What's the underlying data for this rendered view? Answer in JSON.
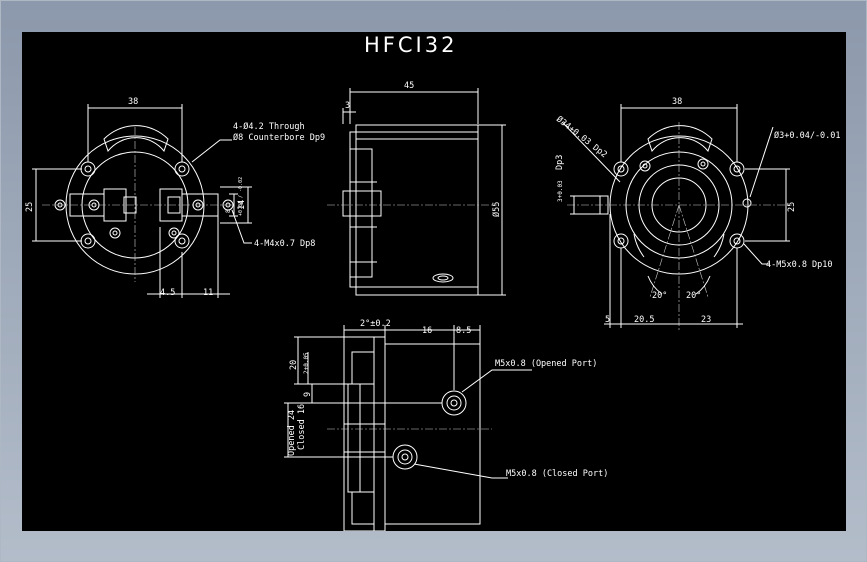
{
  "title": "HFCI32",
  "left_view": {
    "dim_top": "38",
    "dim_left": "25",
    "dim_bottom_a": "4.5",
    "dim_bottom_b": "11",
    "dim_small_a": "8",
    "dim_small_tol": "+0.01 / -0.02",
    "dim_small_b": "14",
    "note_holes_1": "4-Ø4.2 Through",
    "note_holes_2": "Ø8 Counterbore Dp9",
    "note_tap": "4-M4x0.7 Dp8"
  },
  "center_view": {
    "dim_top": "45",
    "dim_small": "3",
    "dim_dia": "Ø55"
  },
  "right_view": {
    "dim_top": "38",
    "note_bore": "Ø34+0.03 Dp2",
    "note_pin": "Ø3+0.04/-0.01 Dp3",
    "dim_left_a": "Dp3",
    "dim_left_b": "3+0.03",
    "dim_right": "25",
    "note_tap": "4-M5x0.8 Dp10",
    "angle_a": "20°",
    "angle_b": "20°",
    "dim_bottom_a": "5",
    "dim_bottom_b": "20.5",
    "dim_bottom_c": "23"
  },
  "bottom_view": {
    "dim_top_a": "2°±0.2",
    "dim_top_b": "16",
    "dim_top_c": "8.5",
    "dim_left_a": "20",
    "dim_left_b": "2+0.05",
    "dim_left_c": "9",
    "dim_left_open": "Opened 24",
    "dim_left_closed": "Closed 16",
    "port_open": "M5x0.8 (Opened Port)",
    "port_closed": "M5x0.8 (Closed Port)"
  }
}
